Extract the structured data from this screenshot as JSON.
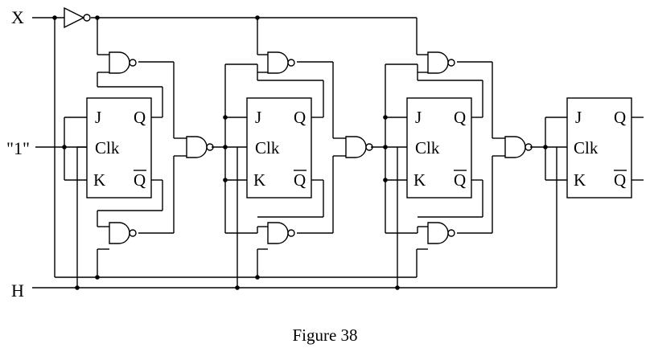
{
  "figure": {
    "caption": "Figure 38",
    "inputs": {
      "x": "X",
      "one": "\"1\"",
      "h": "H"
    },
    "flipflop_pins": {
      "j": "J",
      "q": "Q",
      "clk": "Clk",
      "k": "K",
      "qbar": "Q"
    },
    "flipflop_count": 4,
    "colors": {
      "ink": "#000000",
      "background": "#ffffff"
    },
    "icons": [
      "not-gate-icon",
      "nand-gate-icon",
      "jk-flipflop-icon",
      "junction-dot-icon"
    ]
  }
}
